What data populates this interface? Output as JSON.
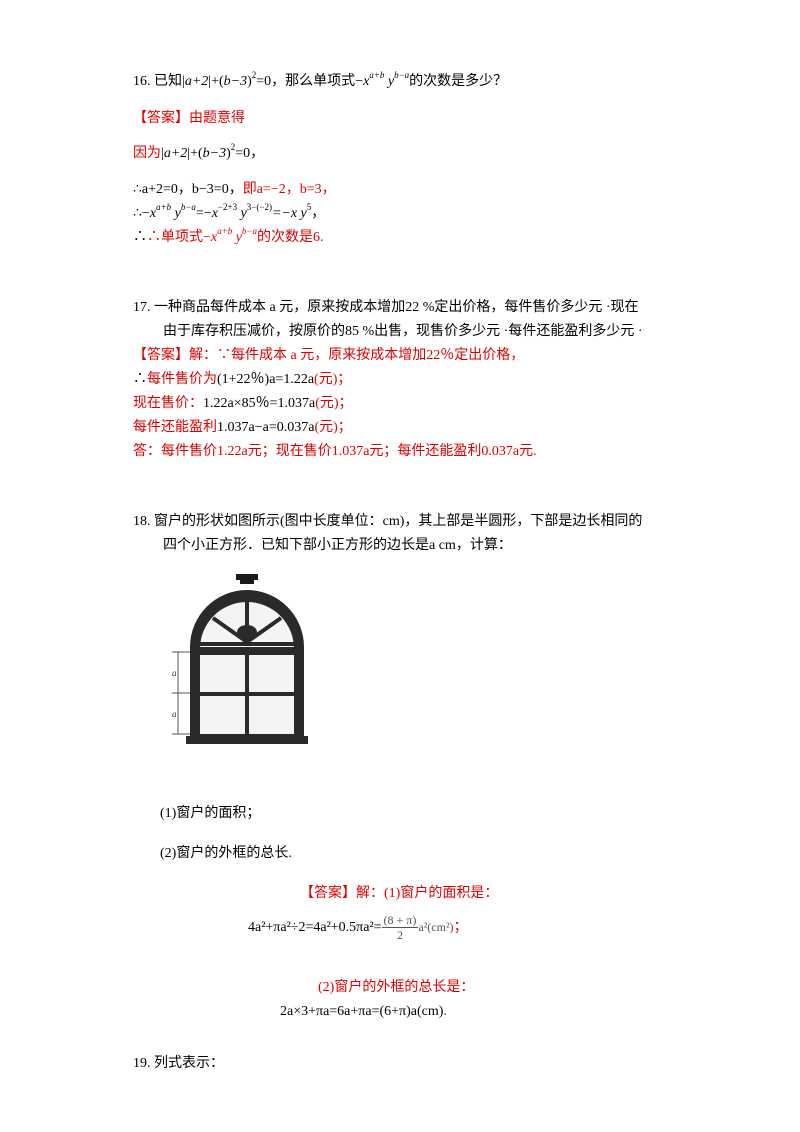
{
  "q16": {
    "prefix": "16.  已知",
    "abs_expr": "a+2",
    "plus": "+",
    "paren_expr": "b−3",
    "eq0": "=0，那么单项式−",
    "x": "x",
    "exp1": "a+b",
    "y": "y",
    "exp2": "b−a",
    "suffix": "的次数是多少？",
    "answer_label": "【答案】由题意得",
    "line1_prefix": "因为",
    "line1_suffix": "=0，",
    "line2_black": "∴a+2=0，b−3=0，",
    "line2_red": "即a=−2，b=3，",
    "line3": "∴−x^(a+b) y^(b−a)=−x^(−2+3) y^(3−(−2))=−x y^5，",
    "line3_a": "∴−",
    "line3_b": "=−",
    "line3_exp_c": "−2+3",
    "line3_exp_d": "3−(−2)",
    "line3_c": "=−x y",
    "line3_exp_e": "5",
    "line3_end": "，",
    "line4_prefix": "∴单项式−",
    "line4_suffix": "的次数是6."
  },
  "q17": {
    "line1": "17.  一种商品每件成本 a 元，原来按成本增加22 %定出价格，每件售价多少元 ·现在",
    "line2": "由于库存积压减价，按原价的85 %出售，现售价多少元 ·每件还能盈利多少元 ·",
    "answer_label": "【答案】",
    "answer_jie": "解：∵",
    "answer_rest": "每件成本 a 元，原来按成本增加22％定出价格，",
    "a_line1_black": "∴",
    "a_line1_red": "每件售价为",
    "a_line1_math": "(1+22％)a=1.22a",
    "a_line1_unit": "(元)；",
    "a_line2_red": "现在售价：",
    "a_line2_math": "1.22a×85％=1.037a",
    "a_line2_unit": "(元)；",
    "a_line3_red": "每件还能盈利",
    "a_line3_math": "1.037a−a=0.037a",
    "a_line3_unit": "(元)；",
    "a_line4": "答：每件售价1.22a元；现在售价1.037a元；每件还能盈利0.037a元."
  },
  "q18": {
    "line1": "18.  窗户的形状如图所示(图中长度单位：cm)，其上部是半圆形，下部是边长相同的",
    "line2": "四个小正方形．已知下部小正方形的边长是a cm，计算：",
    "fig_label_a": "a",
    "part1": "(1)窗户的面积；",
    "part2": "(2)窗户的外框的总长.",
    "ans_label": "【答案】",
    "ans_jie": "解：",
    "ans1_red": "(1)窗户的面积是：",
    "ans1_math": "4a²+πa²÷2=4a²+0.5πa²=",
    "ans1_frac_num": "(8 + π)",
    "ans1_frac_den": "2",
    "ans1_tail": "a²(cm²)",
    "ans1_end": "；",
    "ans2_red": "(2)窗户的外框的总长是：",
    "ans2_math": "2a×3+πa=6a+πa=(6+π)a(cm)",
    "ans2_end": "."
  },
  "q19": {
    "line1": "19.  列式表示："
  },
  "colors": {
    "answer_red": "#e00000",
    "text": "#000000"
  }
}
